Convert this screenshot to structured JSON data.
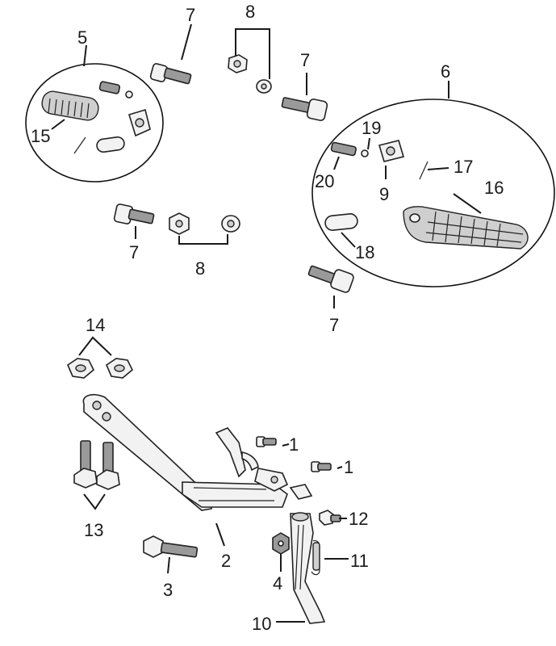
{
  "callouts": {
    "c1a": "1",
    "c1b": "1",
    "c2": "2",
    "c3": "3",
    "c4": "4",
    "c5": "5",
    "c6": "6",
    "c7a": "7",
    "c7b": "7",
    "c7c": "7",
    "c7d": "7",
    "c8a": "8",
    "c8b": "8",
    "c9": "9",
    "c10": "10",
    "c11": "11",
    "c12": "12",
    "c13": "13",
    "c14": "14",
    "c15": "15",
    "c16": "16",
    "c17": "17",
    "c18": "18",
    "c19": "19",
    "c20": "20"
  }
}
